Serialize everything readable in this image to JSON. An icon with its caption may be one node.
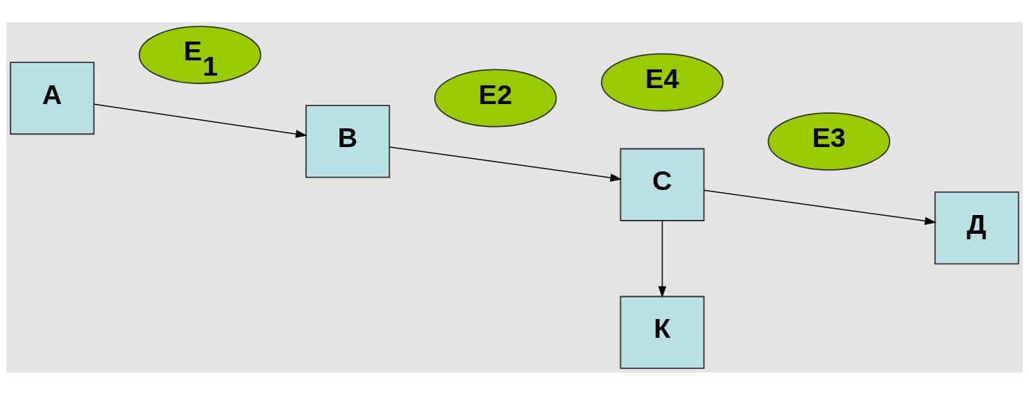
{
  "diagram": {
    "nodes": [
      {
        "text": [
          "А"
        ]
      },
      {
        "text": [
          "Е$_{1}$"
        ]
      },
      {
        "text": [
          "В"
        ]
      },
      {
        "text": [
          "Е2"
        ]
      },
      {
        "text": [
          "С"
        ]
      },
      {
        "text": [
          "Е3"
        ]
      },
      {
        "text": [
          "Д"
        ]
      },
      {
        "text": [
          "Е4"
        ]
      },
      {
        "text": [
          "К"
        ]
      }
    ],
    "edges": [
      {
        "from": 0,
        "to": 2,
        "arrow": "to"
      },
      {
        "from": 2,
        "to": 4,
        "arrow": "to"
      },
      {
        "from": 4,
        "to": 6,
        "arrow": "to"
      },
      {
        "from": 4,
        "to": 8,
        "arrow": "to"
      }
    ]
  }
}
